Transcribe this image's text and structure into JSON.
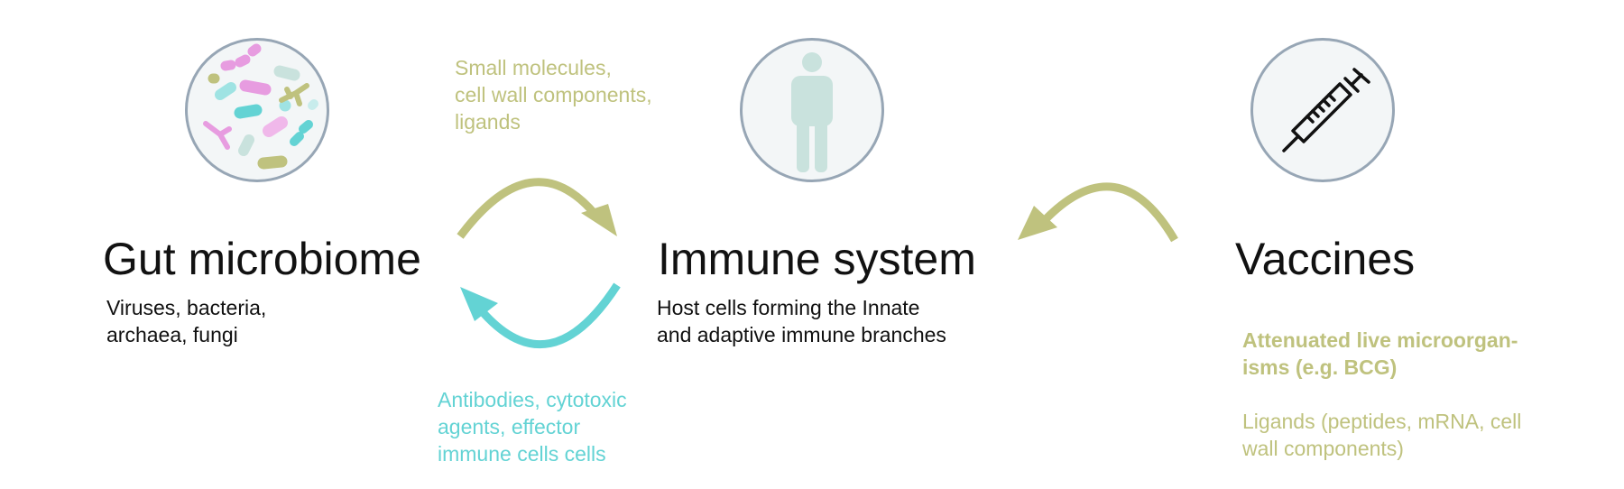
{
  "gut": {
    "title": "Gut microbiome",
    "subtitle": "Viruses, bacteria,\narchaea, fungi",
    "icon": "microbes-icon"
  },
  "immune": {
    "title": "Immune system",
    "subtitle": "Host cells forming the Innate\nand adaptive immune branches",
    "icon": "person-icon"
  },
  "vaccines": {
    "title": "Vaccines",
    "detail_bold": "Attenuated live microorgan-\nisms (e.g. BCG)",
    "detail_regular": "Ligands (peptides, mRNA, cell\nwall components)",
    "icon": "syringe-icon"
  },
  "signals": {
    "microbe_to_immune": "Small molecules,\ncell wall components,\nligands",
    "immune_to_microbe": "Antibodies, cytotoxic\nagents, effector\nimmune cells cells"
  },
  "colors": {
    "olive": "#bfc27e",
    "cyan": "#63d3d4",
    "circle_border": "#97a6b5",
    "circle_fill": "#f3f6f7"
  }
}
